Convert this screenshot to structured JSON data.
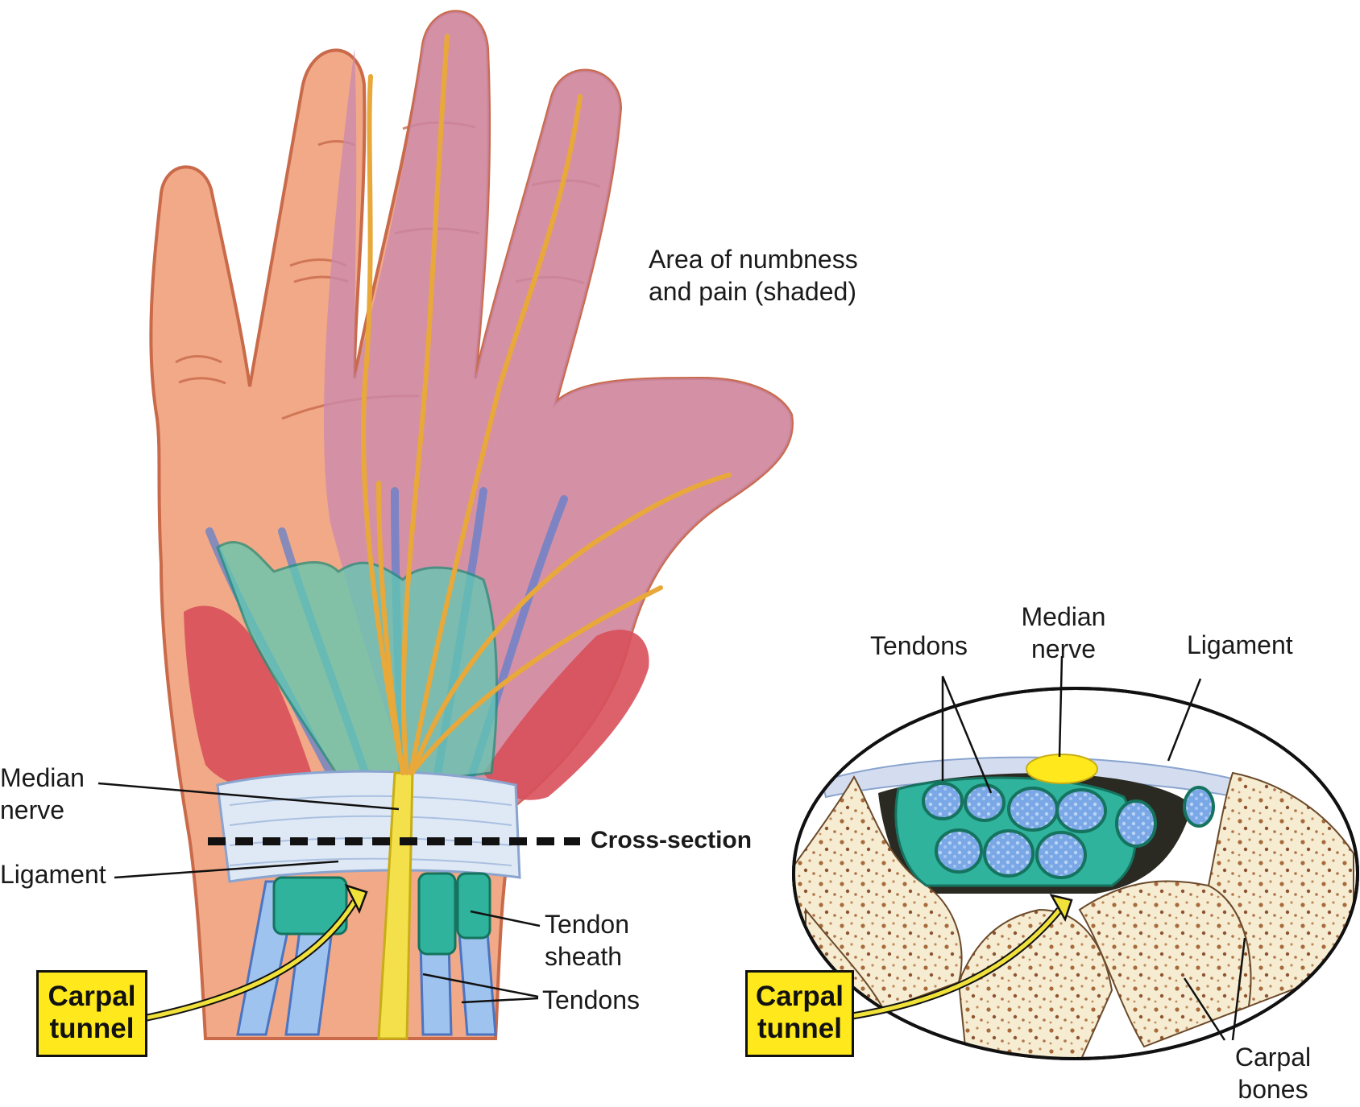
{
  "labels": {
    "numbness_line1": "Area of numbness",
    "numbness_line2": "and pain (shaded)",
    "median_nerve_line1": "Median",
    "median_nerve_line2": "nerve",
    "ligament": "Ligament",
    "cross_section": "Cross-section",
    "tendon_sheath_line1": "Tendon",
    "tendon_sheath_line2": "sheath",
    "tendons": "Tendons",
    "carpal_tunnel_line1": "Carpal",
    "carpal_tunnel_line2": "tunnel",
    "xs_tendons": "Tendons",
    "xs_median_line1": "Median",
    "xs_median_line2": "nerve",
    "xs_ligament": "Ligament",
    "xs_carpal_tunnel_line1": "Carpal",
    "xs_carpal_tunnel_line2": "tunnel",
    "xs_carpal_bones_line1": "Carpal",
    "xs_carpal_bones_line2": "bones"
  },
  "colors": {
    "skin": "#f1a987",
    "skin_outline": "#c96a4a",
    "shaded_area": "#c98ab0",
    "nerve": "#e8a83a",
    "median_nerve": "#f4e04a",
    "tendon": "#9ec3ee",
    "sheath": "#2fb39c",
    "muscle": "#d8505a",
    "ligament": "#dfe9f5",
    "bone": "#f5ecd2",
    "bone_spots": "#a86a3a",
    "label_box": "#ffe81c",
    "arrow": "#f0e23a"
  }
}
